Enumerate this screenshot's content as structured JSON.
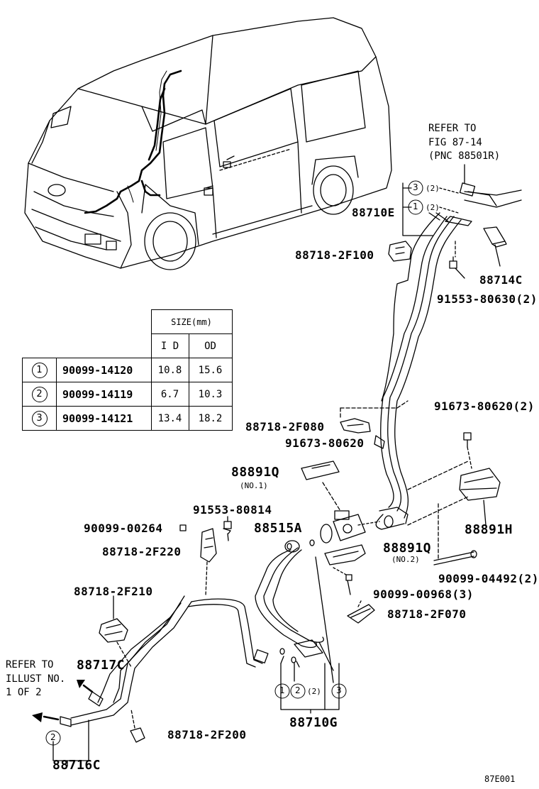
{
  "refer_top": [
    "REFER TO",
    "FIG 87-14",
    "(PNC 88501R)"
  ],
  "refer_left": [
    "REFER TO",
    "ILLUST NO.",
    "1 OF 2"
  ],
  "table": {
    "size_header": "SIZE(mm)",
    "col_id": "I D",
    "col_od": "OD",
    "rows": [
      {
        "num": "1",
        "part": "90099-14120",
        "id": "10.8",
        "od": "15.6"
      },
      {
        "num": "2",
        "part": "90099-14119",
        "id": "6.7",
        "od": "10.3"
      },
      {
        "num": "3",
        "part": "90099-14121",
        "id": "13.4",
        "od": "18.2"
      }
    ]
  },
  "labels": {
    "p88710E": "88710E",
    "p88718_2F100": "88718-2F100",
    "p88714C": "88714C",
    "p91553_80630": "91553-80630(2)",
    "p91673_80620_2": "91673-80620(2)",
    "p88718_2F080": "88718-2F080",
    "p91673_80620": "91673-80620",
    "p88891Q_1": "88891Q",
    "no1": "(NO.1)",
    "p91553_80814": "91553-80814",
    "p90099_00264": "90099-00264",
    "p88515A": "88515A",
    "p88891Q_2": "88891Q",
    "no2": "(NO.2)",
    "p88891H": "88891H",
    "p88718_2F220": "88718-2F220",
    "p90099_04492": "90099-04492(2)",
    "p90099_00968": "90099-00968(3)",
    "p88718_2F210": "88718-2F210",
    "p88718_2F070": "88718-2F070",
    "p88717C": "88717C",
    "p88718_2F200": "88718-2F200",
    "p88710G": "88710G",
    "p88716C": "88716C",
    "fig_code": "87E001"
  },
  "callouts": {
    "c3_top": "3",
    "c1_top": "1",
    "two_a": "(2)",
    "two_b": "(2)",
    "c1_bot": "1",
    "c2_bot": "2",
    "two_c": "(2)",
    "c3_bot": "3",
    "c2_left": "2"
  }
}
